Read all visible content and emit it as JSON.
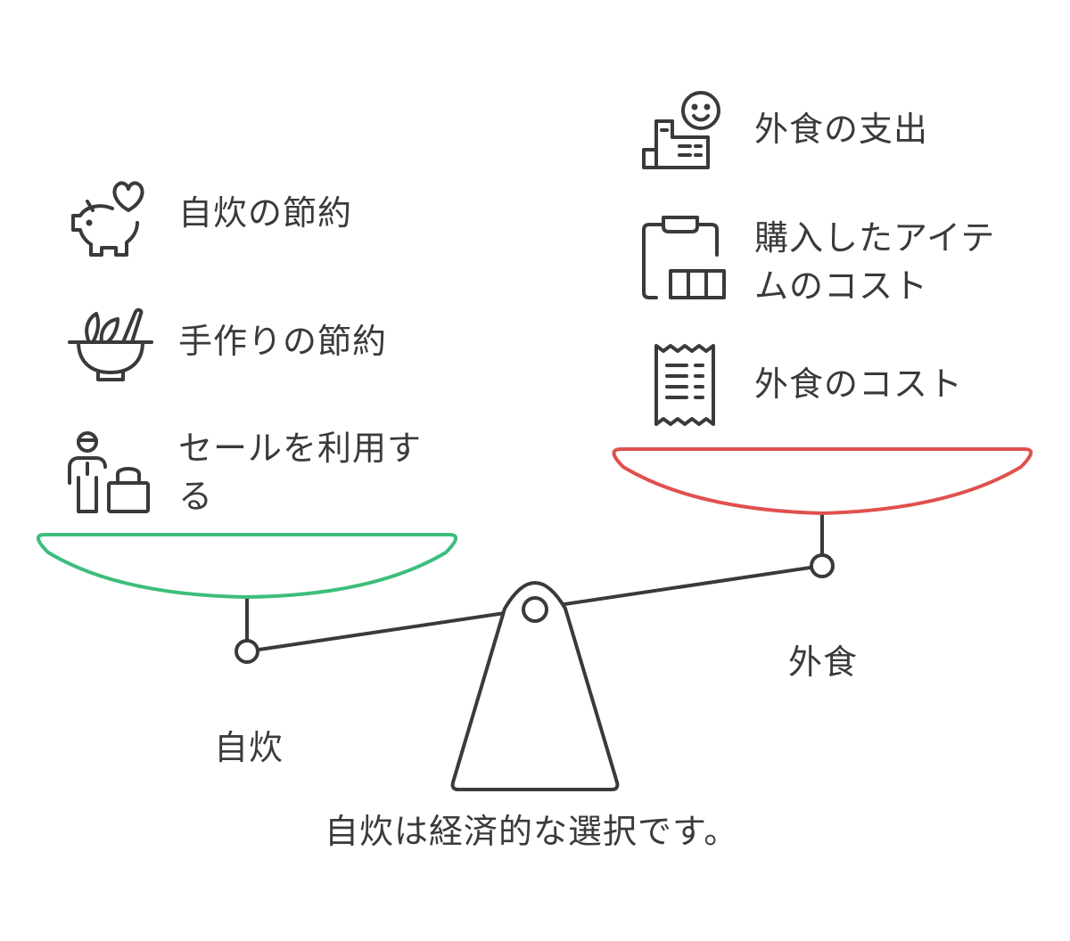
{
  "left_side": {
    "label": "自炊",
    "pan_color": "#3DBE7A",
    "items": [
      {
        "icon": "piggy-bank-heart-icon",
        "text": "自炊の節約"
      },
      {
        "icon": "salad-bowl-icon",
        "text": "手作りの節約"
      },
      {
        "icon": "shopper-bag-icon",
        "text": "セールを利用する"
      }
    ]
  },
  "right_side": {
    "label": "外食",
    "pan_color": "#E0504D",
    "items": [
      {
        "icon": "restaurant-smiley-icon",
        "text": "外食の支出"
      },
      {
        "icon": "clipboard-items-icon",
        "text": "購入したアイテムのコスト"
      },
      {
        "icon": "receipt-icon",
        "text": "外食のコスト"
      }
    ]
  },
  "conclusion": "自炊は経済的な選択です。",
  "line_color": "#3a3a3a"
}
